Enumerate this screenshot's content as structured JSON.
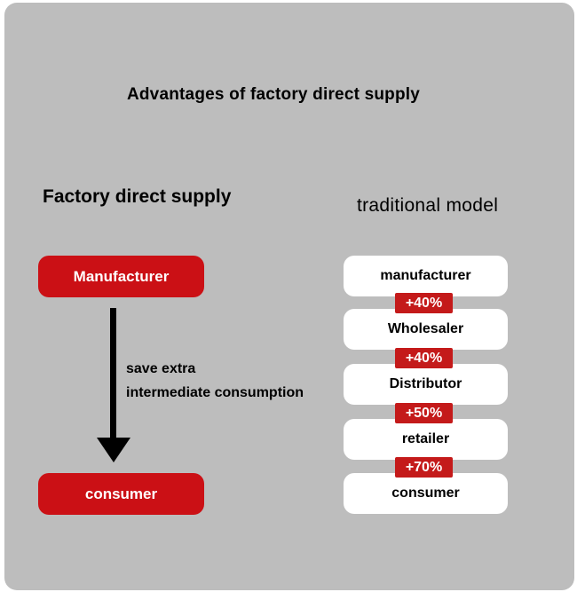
{
  "title": "Advantages of factory direct supply",
  "colors": {
    "card_background": "#bdbdbd",
    "button_red": "#cb1015",
    "badge_red": "#c41a1a",
    "node_white": "#ffffff",
    "text_black": "#000000",
    "text_white": "#ffffff"
  },
  "left": {
    "heading": "Factory direct supply",
    "manufacturer_label": "Manufacturer",
    "consumer_label": "consumer",
    "note_line1": "save extra",
    "note_line2": "intermediate consumption",
    "arrow": "down-arrow"
  },
  "right": {
    "heading": "traditional model",
    "nodes": [
      "manufacturer",
      "Wholesaler",
      "Distributor",
      "retailer",
      "consumer"
    ],
    "markups": [
      "+40%",
      "+40%",
      "+50%",
      "+70%"
    ]
  }
}
